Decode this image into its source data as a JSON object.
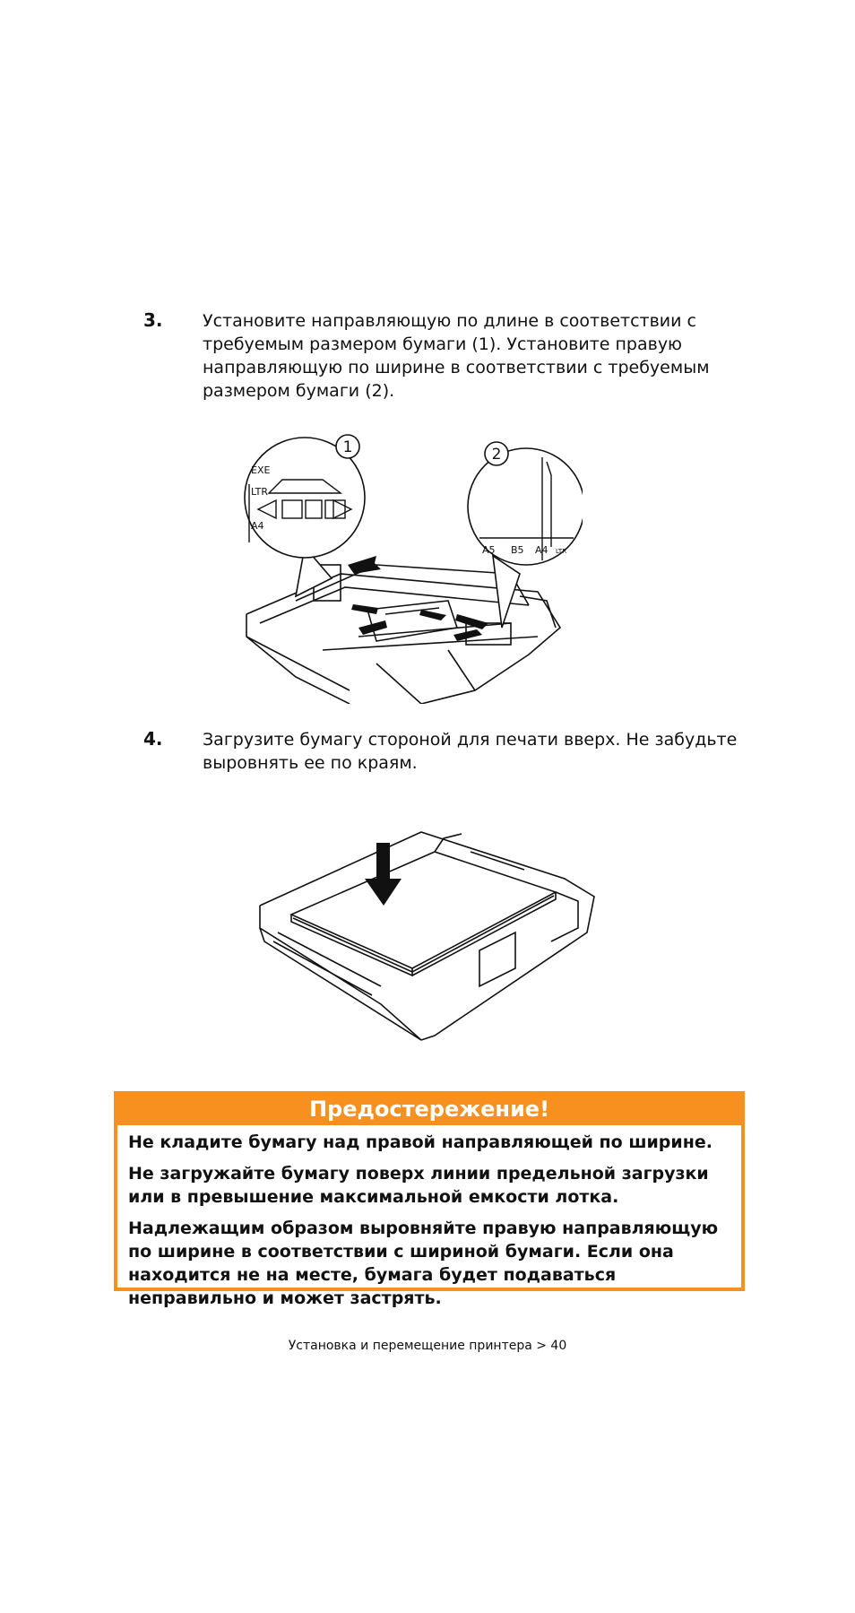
{
  "steps": [
    {
      "number": "3.",
      "text": "Установите направляющую по длине в соответствии с требуемым размером бумаги (1).  Установите правую направляющую по ширине в соответствии с требуемым размером бумаги (2)."
    },
    {
      "number": "4.",
      "text": "Загрузите бумагу стороной для печати вверх. Не забудьте выровнять ее по краям."
    }
  ],
  "figure1": {
    "callout_1": "1",
    "callout_2": "2",
    "len_labels": [
      "EXE",
      "LTR",
      "A4"
    ],
    "width_labels": [
      "A5",
      "B5",
      "A4",
      "LTR"
    ]
  },
  "caution": {
    "title": "Предостережение!",
    "paragraphs": [
      "Не кладите бумагу над правой направляющей по ширине.",
      "Не загружайте бумагу поверх линии предельной загрузки или в превышение максимальной емкости лотка.",
      "Надлежащим образом выровняйте правую направляющую по ширине в соответствии с шириной бумаги. Если она находится не на месте, бумага будет подаваться неправильно и может застрять."
    ]
  },
  "footer": {
    "text": "Установка и перемещение принтера > 40"
  },
  "colors": {
    "caution_accent": "#f7901e"
  }
}
